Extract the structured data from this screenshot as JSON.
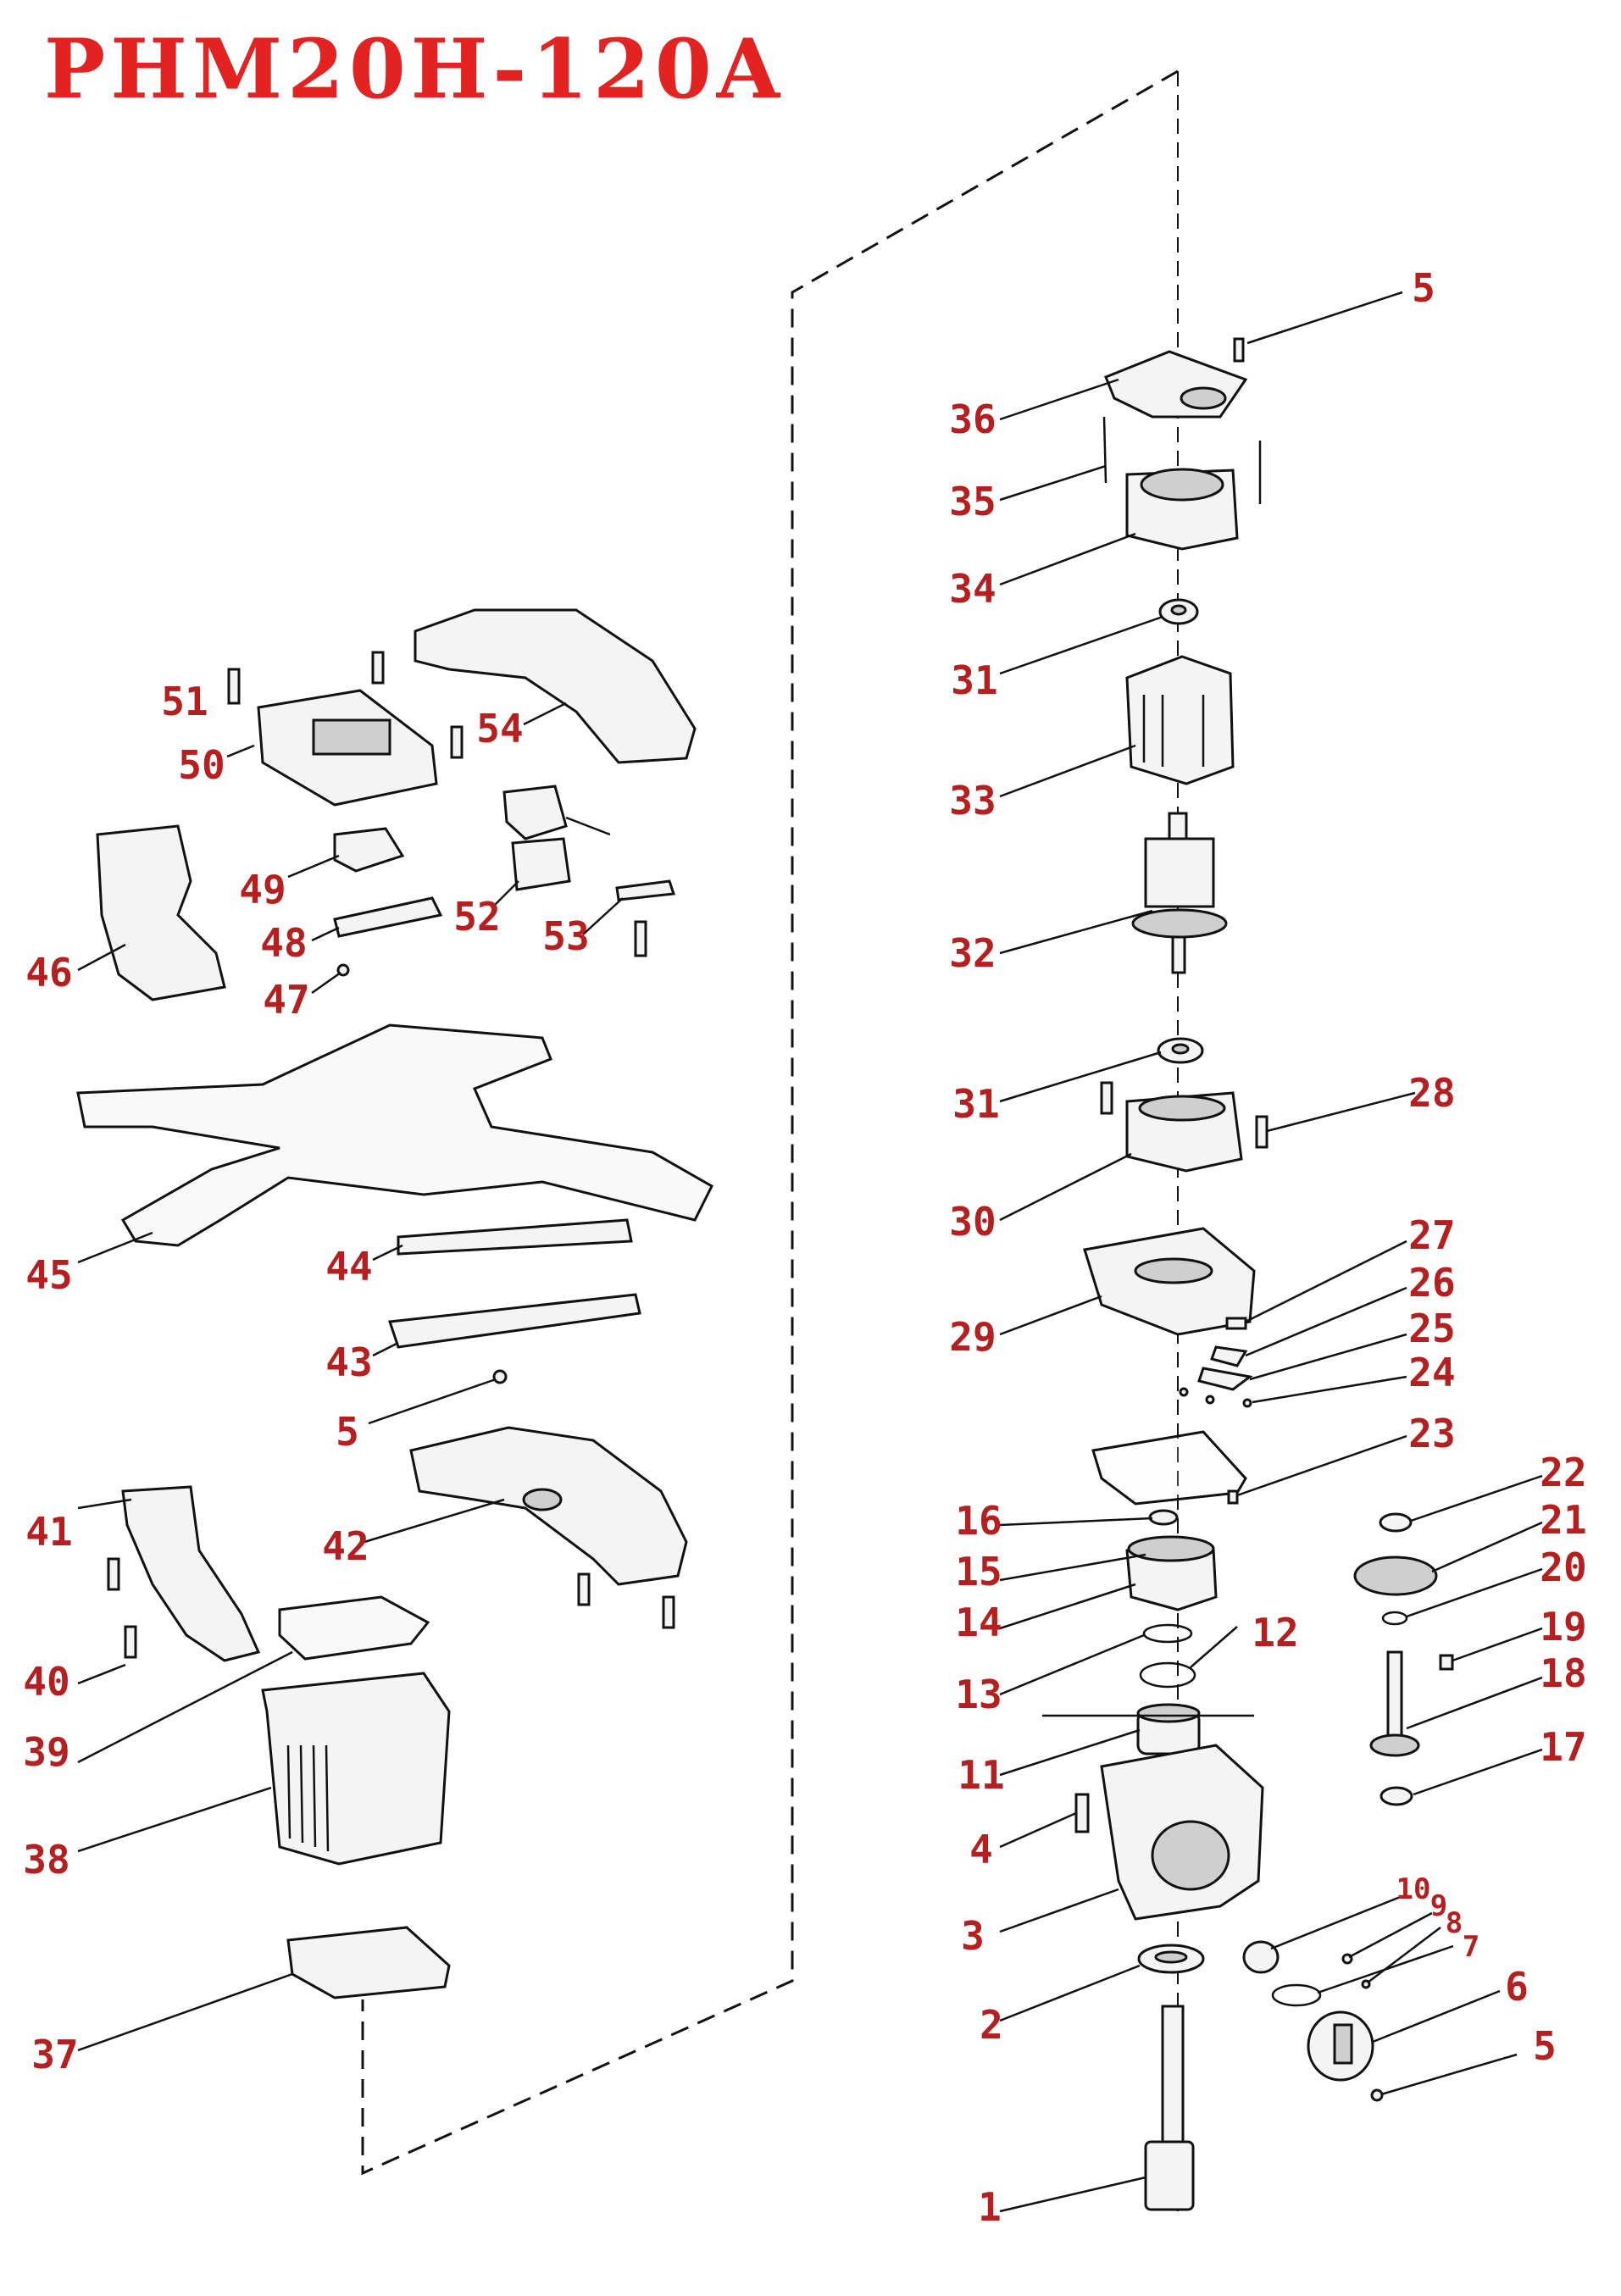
{
  "title": "PHM20H-120A",
  "labels": {
    "l36": "36",
    "l35": "35",
    "l34": "34",
    "l31a": "31",
    "l33": "33",
    "l32": "32",
    "l31b": "31",
    "l28": "28",
    "l30": "30",
    "l27": "27",
    "l26": "26",
    "l25": "25",
    "l24": "24",
    "l29": "29",
    "l23": "23",
    "l22": "22",
    "l21": "21",
    "l20": "20",
    "l19": "19",
    "l18": "18",
    "l17": "17",
    "l16": "16",
    "l15": "15",
    "l14": "14",
    "l13": "13",
    "l12": "12",
    "l11": "11",
    "l4": "4",
    "l3": "3",
    "l10": "10",
    "l9": "9",
    "l8": "8",
    "l7": "7",
    "l6": "6",
    "l5a": "5",
    "l5b": "5",
    "l5c": "5",
    "l2": "2",
    "l1": "1",
    "l51": "51",
    "l50": "50",
    "l54": "54",
    "l46": "46",
    "l49": "49",
    "l48": "48",
    "l47": "47",
    "l52": "52",
    "l53": "53",
    "l45": "45",
    "l44": "44",
    "l43": "43",
    "l41": "41",
    "l42": "42",
    "l40": "40",
    "l39": "39",
    "l38": "38",
    "l37": "37"
  }
}
